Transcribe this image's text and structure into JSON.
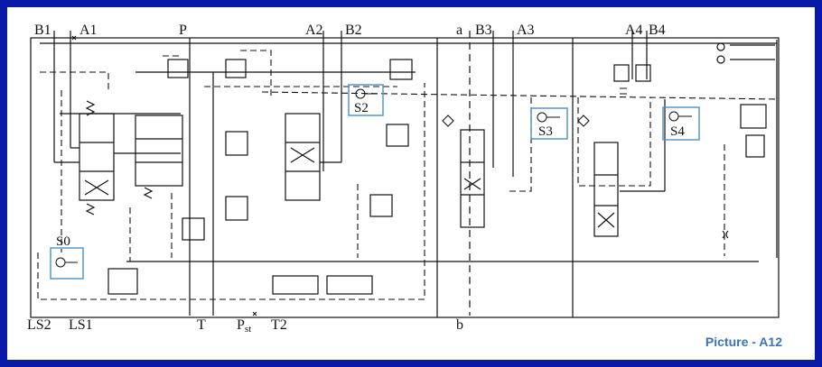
{
  "ports": {
    "B1": "B1",
    "A1": "A1",
    "P": "P",
    "A2": "A2",
    "B2": "B2",
    "a": "a",
    "B3": "B3",
    "A3": "A3",
    "A4": "A4",
    "B4": "B4",
    "LS2": "LS2",
    "LS1": "LS1",
    "T": "T",
    "Pst_main": "P",
    "Pst_sub": "st",
    "T2": "T2",
    "b": "b"
  },
  "sensors": {
    "S0": "S0",
    "S2": "S2",
    "S3": "S3",
    "S4": "S4"
  },
  "caption": "Picture - A12",
  "colors": {
    "background": "#0a1aa8",
    "sensor_box": "#4a90c8",
    "caption": "#3a73b8",
    "line": "#111111"
  }
}
